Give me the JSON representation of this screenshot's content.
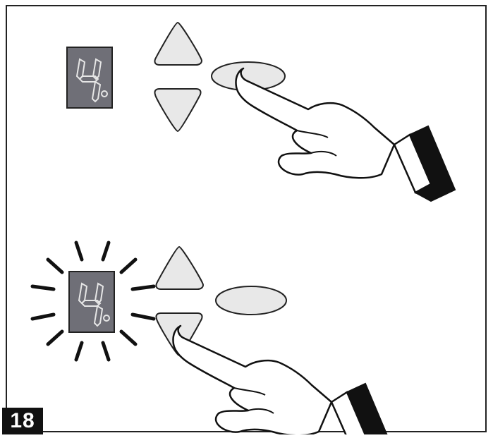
{
  "figure": {
    "number": "18"
  },
  "panels": [
    {
      "display": {
        "digit": "4",
        "decimal_point": true,
        "state": "steady"
      },
      "pressed_button": "set"
    },
    {
      "display": {
        "digit": "4",
        "decimal_point": true,
        "state": "blinking"
      },
      "pressed_button": "down"
    }
  ],
  "colors": {
    "display_bg": "#6f6f77",
    "segment_outline": "#e6e6e6",
    "button_fill": "#e8e8e8",
    "ink": "#111111",
    "frame": "#222222"
  },
  "icons": [
    "up-arrow-icon",
    "down-arrow-icon",
    "oval-button-icon",
    "pointing-hand-icon",
    "blink-rays-icon",
    "seven-segment-display-icon"
  ]
}
